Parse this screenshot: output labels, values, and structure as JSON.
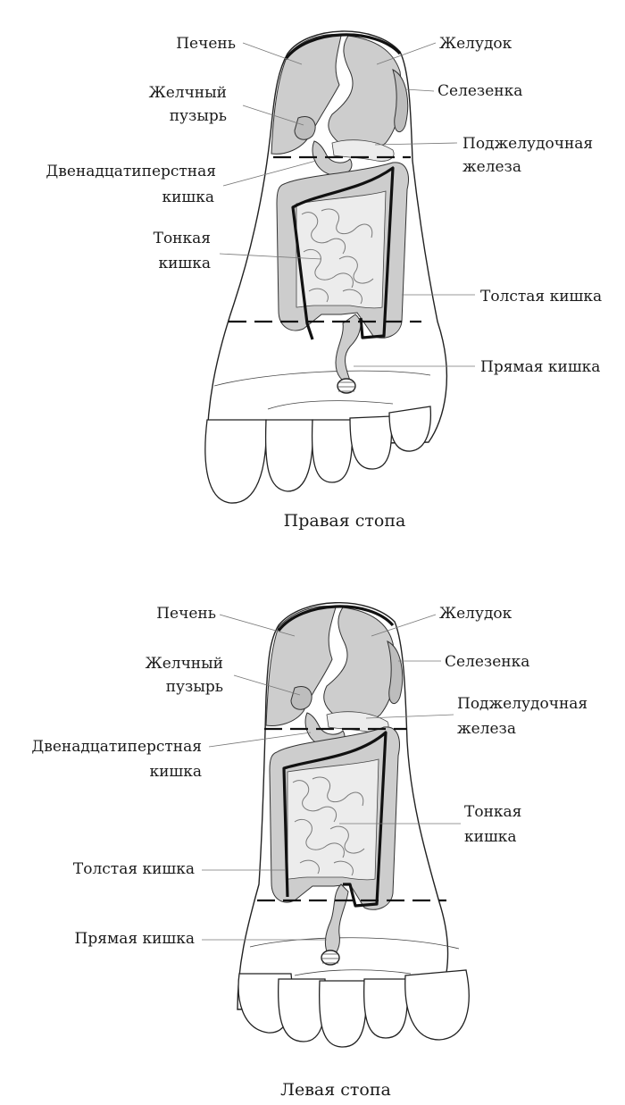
{
  "right_foot": {
    "caption": "Правая стопа",
    "labels": {
      "liver": "Печень",
      "stomach": "Желудок",
      "gallbladder_1": "Желчный",
      "gallbladder_2": "пузырь",
      "spleen": "Селезенка",
      "pancreas_1": "Поджелудочная",
      "pancreas_2": "железа",
      "duodenum_1": "Двенадцатиперстная",
      "duodenum_2": "кишка",
      "small_intestine_1": "Тонкая",
      "small_intestine_2": "кишка",
      "large_intestine": "Толстая кишка",
      "rectum": "Прямая кишка"
    }
  },
  "left_foot": {
    "caption": "Левая стопа",
    "labels": {
      "liver": "Печень",
      "stomach": "Желудок",
      "gallbladder_1": "Желчный",
      "gallbladder_2": "пузырь",
      "spleen": "Селезенка",
      "pancreas_1": "Поджелудочная",
      "pancreas_2": "железа",
      "duodenum_1": "Двенадцатиперстная",
      "duodenum_2": "кишка",
      "small_intestine_1": "Тонкая",
      "small_intestine_2": "кишка",
      "large_intestine": "Толстая кишка",
      "rectum": "Прямая кишка"
    }
  }
}
